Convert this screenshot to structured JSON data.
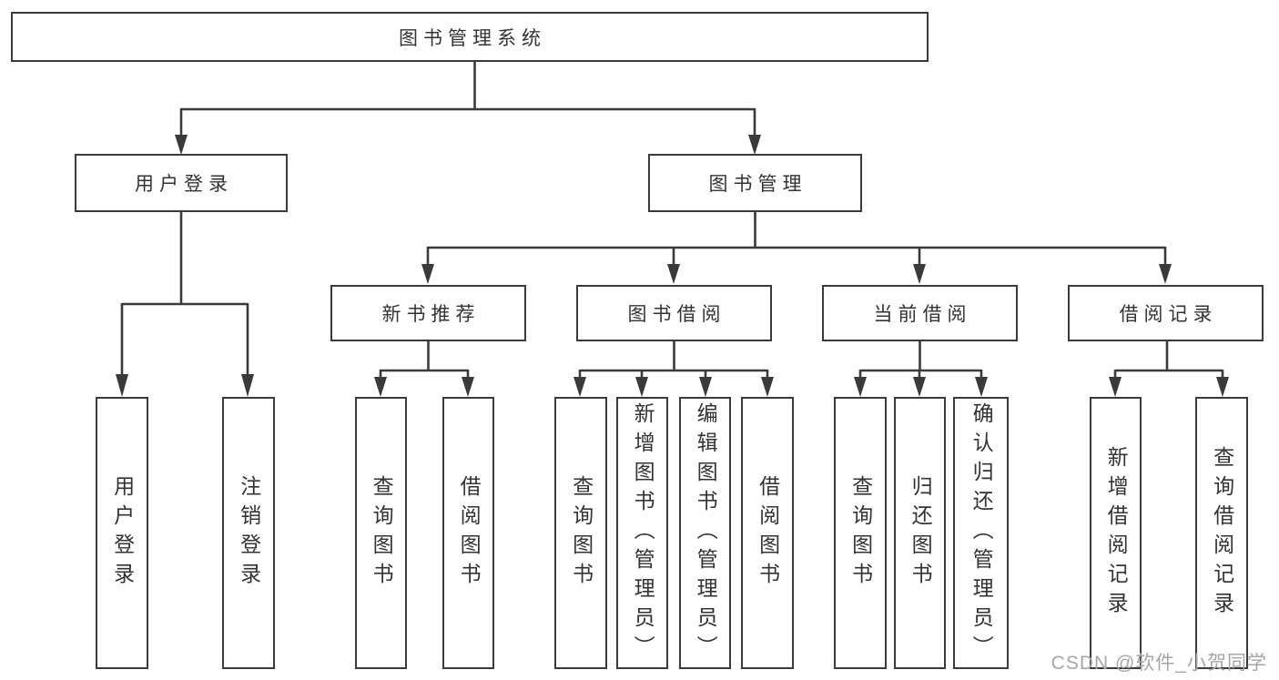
{
  "diagram": {
    "root": "图书管理系统",
    "level2": [
      {
        "label": "用户登录",
        "children": [
          "用户登录",
          "注销登录"
        ]
      },
      {
        "label": "图书管理",
        "sections": [
          {
            "label": "新书推荐",
            "children": [
              "查询图书",
              "借阅图书"
            ]
          },
          {
            "label": "图书借阅",
            "children": [
              "查询图书",
              "新增图书（管理员）",
              "编辑图书（管理员）",
              "借阅图书"
            ]
          },
          {
            "label": "当前借阅",
            "children": [
              "查询图书",
              "归还图书",
              "确认归还（管理员）"
            ]
          },
          {
            "label": "借阅记录",
            "children": [
              "新增借阅记录",
              "查询借阅记录"
            ]
          }
        ]
      }
    ]
  },
  "watermark": "CSDN @软件_小贺同学",
  "colors": {
    "line": "#3a3a3a",
    "text": "#333333",
    "watermark": "#a6a6a6",
    "background": "#ffffff"
  }
}
